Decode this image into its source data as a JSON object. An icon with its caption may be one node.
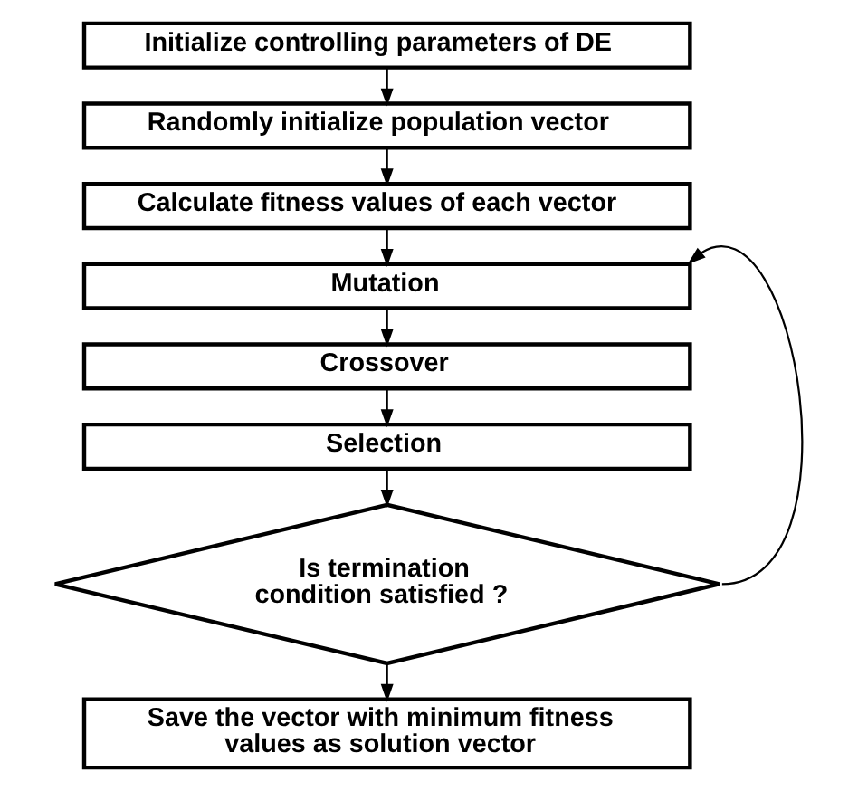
{
  "diagram": {
    "nodes": [
      {
        "text": [
          "Initialize controlling parameters of DE"
        ]
      },
      {
        "text": [
          "Randomly initialize population vector"
        ]
      },
      {
        "text": [
          "Calculate fitness values of each vector"
        ]
      },
      {
        "text": [
          "Mutation"
        ]
      },
      {
        "text": [
          "Crossover"
        ]
      },
      {
        "text": [
          "Selection"
        ]
      },
      {
        "text": [
          "Is termination condition satisfied ?"
        ]
      },
      {
        "text": [
          "Save the vector with minimum fitness values as solution vector"
        ]
      }
    ],
    "edges": [
      {
        "from": 0,
        "to": 1,
        "arrow": "to"
      },
      {
        "from": 1,
        "to": 2,
        "arrow": "to"
      },
      {
        "from": 2,
        "to": 3,
        "arrow": "to"
      },
      {
        "from": 3,
        "to": 4,
        "arrow": "to"
      },
      {
        "from": 4,
        "to": 5,
        "arrow": "to"
      },
      {
        "from": 5,
        "to": 6,
        "arrow": "to"
      },
      {
        "from": 6,
        "to": 7,
        "arrow": "to"
      },
      {
        "from": 6,
        "to": 3,
        "arrow": "to"
      }
    ]
  }
}
